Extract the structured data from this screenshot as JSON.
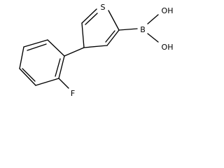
{
  "molecule": {
    "atoms": {
      "sulfur": "S",
      "boron": "B",
      "hydroxyl_top": "OH",
      "hydroxyl_bottom": "OH",
      "fluorine": "F"
    },
    "line_color": "#000000",
    "background": "#ffffff"
  }
}
